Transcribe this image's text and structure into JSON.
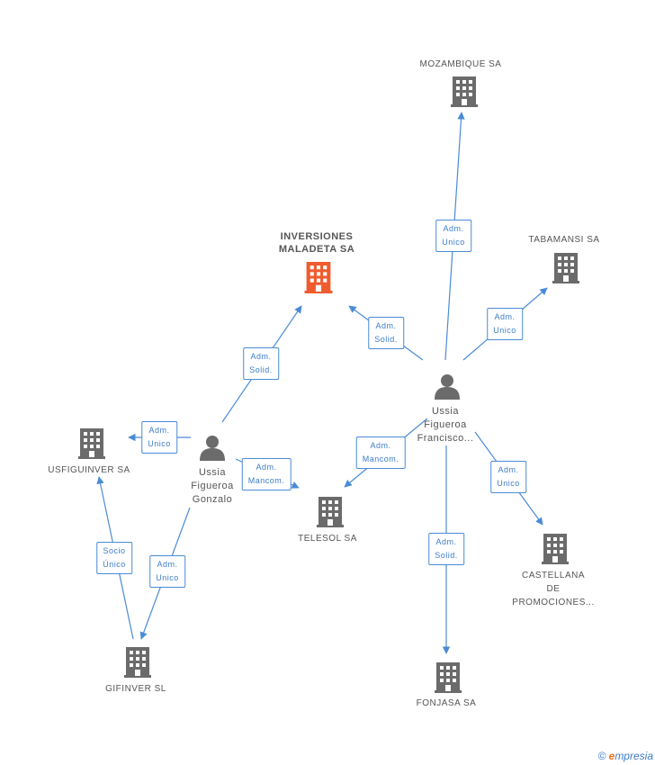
{
  "colors": {
    "edge": "#4a8bd6",
    "company": "#6b6b6b",
    "focus_company": "#ef5b2e",
    "person": "#6b6b6b"
  },
  "nodes": {
    "mozambique": {
      "type": "company",
      "lines": [
        "MOZAMBIQUE SA"
      ]
    },
    "tabamansi": {
      "type": "company",
      "lines": [
        "TABAMANSI SA"
      ]
    },
    "inversiones": {
      "type": "focus-company",
      "lines": [
        "INVERSIONES",
        "MALADETA SA"
      ]
    },
    "usfiguinver": {
      "type": "company",
      "lines": [
        "USFIGUINVER SA"
      ]
    },
    "telesol": {
      "type": "company",
      "lines": [
        "TELESOL SA"
      ]
    },
    "castellana": {
      "type": "company",
      "lines": [
        "CASTELLANA",
        "DE",
        "PROMOCIONES..."
      ]
    },
    "gifinver": {
      "type": "company",
      "lines": [
        "GIFINVER SL"
      ]
    },
    "fonjasa": {
      "type": "company",
      "lines": [
        "FONJASA SA"
      ]
    },
    "francisco": {
      "type": "person",
      "lines": [
        "Ussia",
        "Figueroa",
        "Francisco..."
      ]
    },
    "gonzalo": {
      "type": "person",
      "lines": [
        "Ussia",
        "Figueroa",
        "Gonzalo"
      ]
    }
  },
  "edges": [
    {
      "lines": [
        "Adm.",
        "Unico"
      ]
    },
    {
      "lines": [
        "Adm.",
        "Unico"
      ]
    },
    {
      "lines": [
        "Adm.",
        "Solid."
      ]
    },
    {
      "lines": [
        "Adm.",
        "Mancom."
      ]
    },
    {
      "lines": [
        "Adm.",
        "Unico"
      ]
    },
    {
      "lines": [
        "Adm.",
        "Solid."
      ]
    },
    {
      "lines": [
        "Adm.",
        "Solid."
      ]
    },
    {
      "lines": [
        "Adm.",
        "Unico"
      ]
    },
    {
      "lines": [
        "Adm.",
        "Mancom."
      ]
    },
    {
      "lines": [
        "Adm.",
        "Unico"
      ]
    },
    {
      "lines": [
        "Socio",
        "Único"
      ]
    }
  ],
  "watermark": {
    "symbol": "©",
    "brand_initial": "e",
    "brand_rest": "mpresia"
  }
}
